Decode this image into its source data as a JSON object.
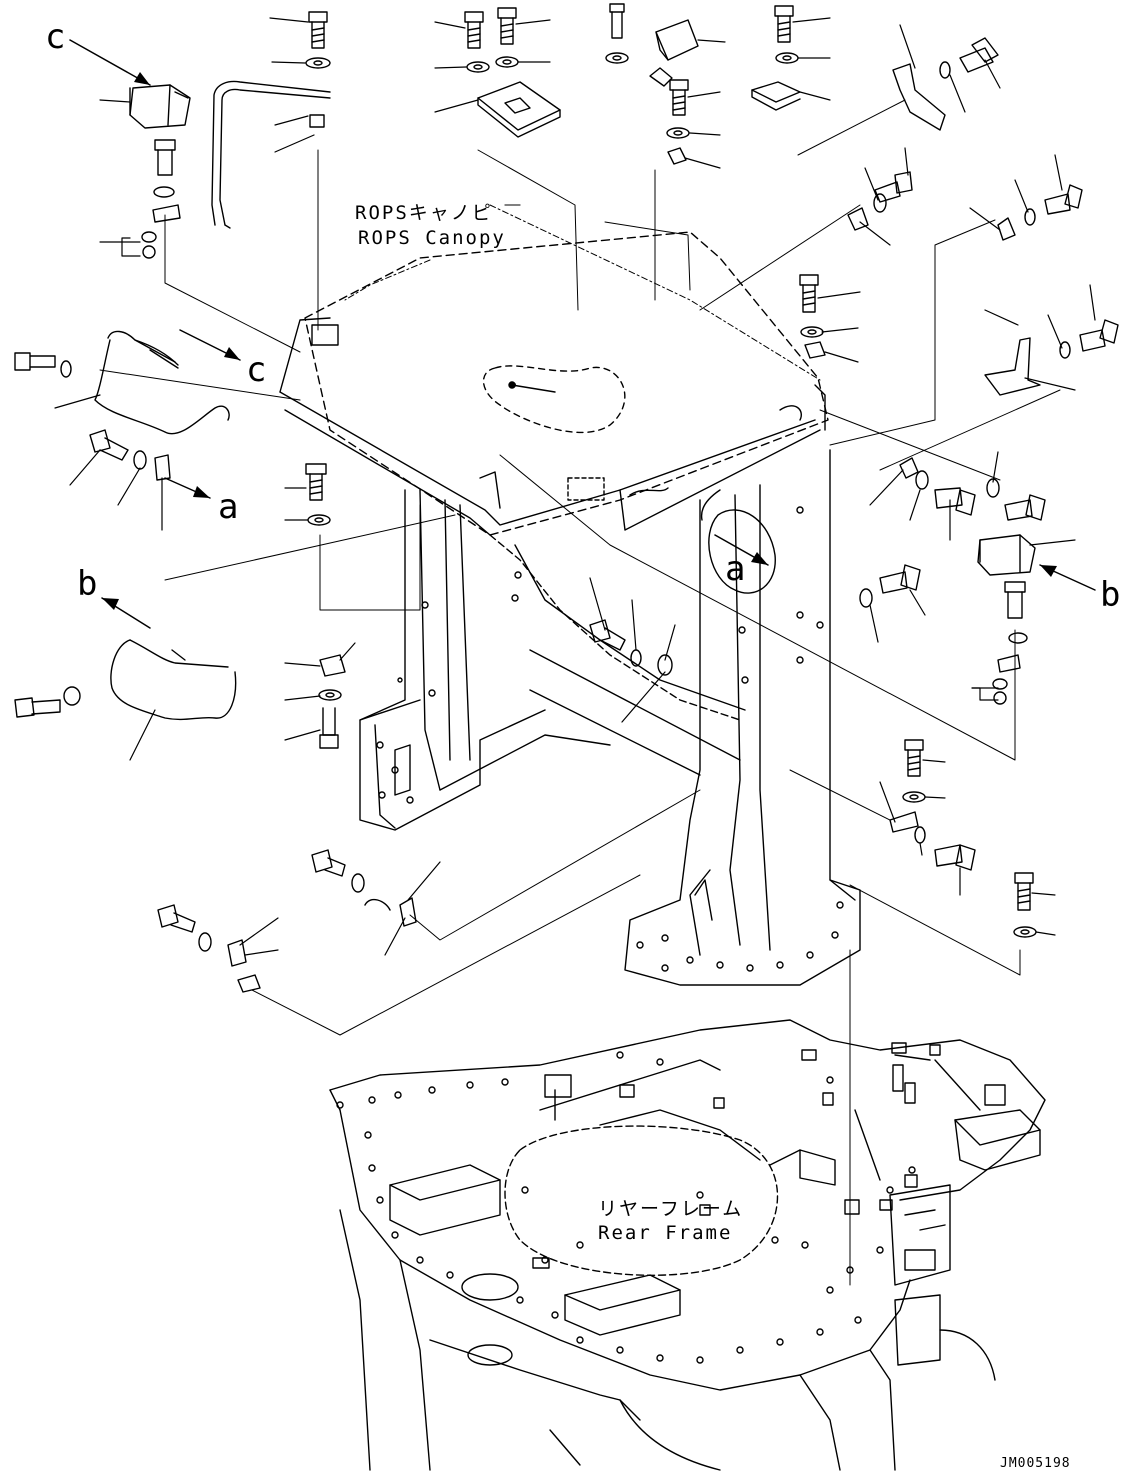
{
  "labels": {
    "rops_jp": "ROPSキャノピ",
    "rops_en": "ROPS Canopy",
    "rear_jp": "リヤーフレーム",
    "rear_en": "Rear Frame",
    "drawing_code": "JM005198"
  },
  "callouts": {
    "c_top": "c",
    "c_mid": "c",
    "a_left": "a",
    "a_bubble": "a",
    "b_left": "b",
    "b_right": "b"
  },
  "colors": {
    "ink": "#000000",
    "paper": "#ffffff"
  }
}
